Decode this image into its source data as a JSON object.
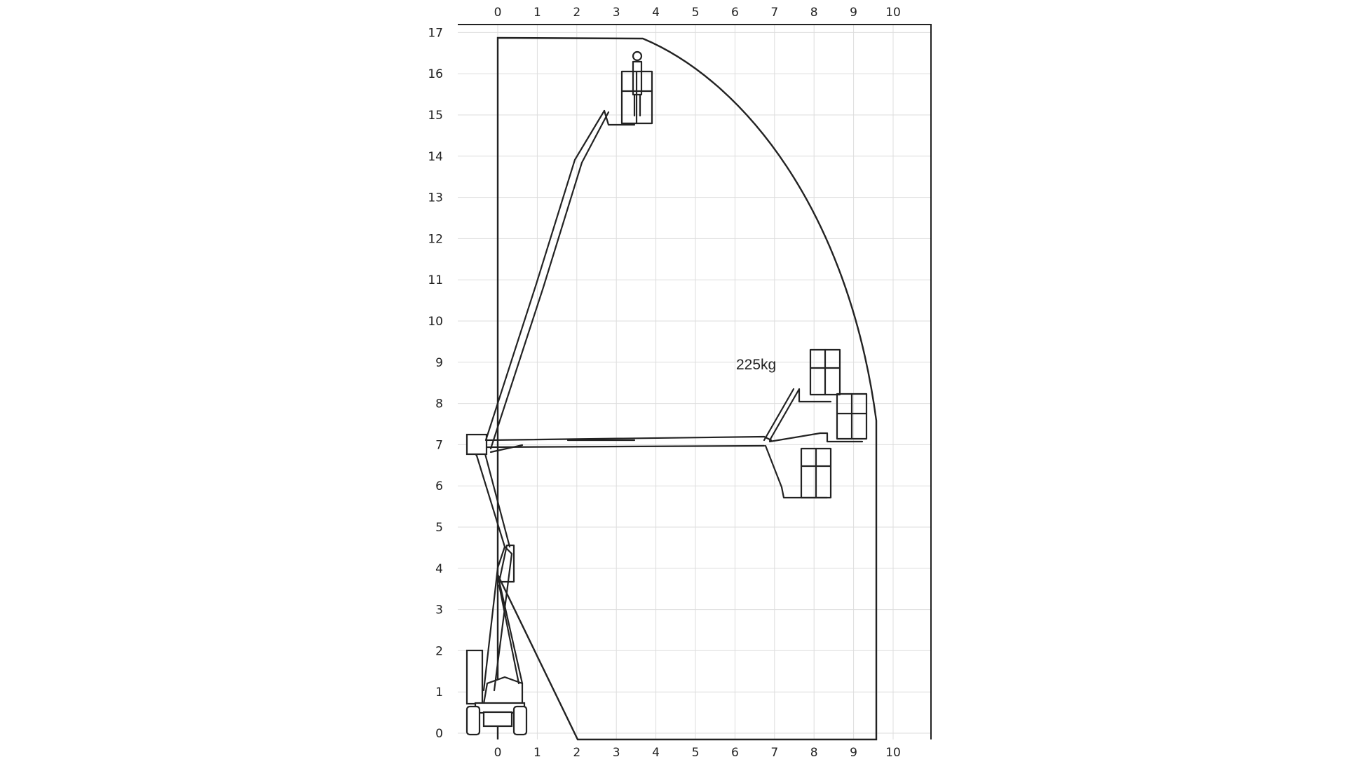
{
  "diagram": {
    "x_ticks": [
      "0",
      "1",
      "2",
      "3",
      "4",
      "5",
      "6",
      "7",
      "8",
      "9",
      "10"
    ],
    "y_ticks": [
      "0",
      "1",
      "2",
      "3",
      "4",
      "5",
      "6",
      "7",
      "8",
      "9",
      "10",
      "11",
      "12",
      "13",
      "14",
      "15",
      "16",
      "17"
    ],
    "load_label": "225kg",
    "colors": {
      "line": "#222222",
      "grid": "#dddddd",
      "background": "#ffffff"
    },
    "icons": [
      "boom-lift-icon",
      "operator-icon",
      "platform-basket-icon"
    ]
  }
}
